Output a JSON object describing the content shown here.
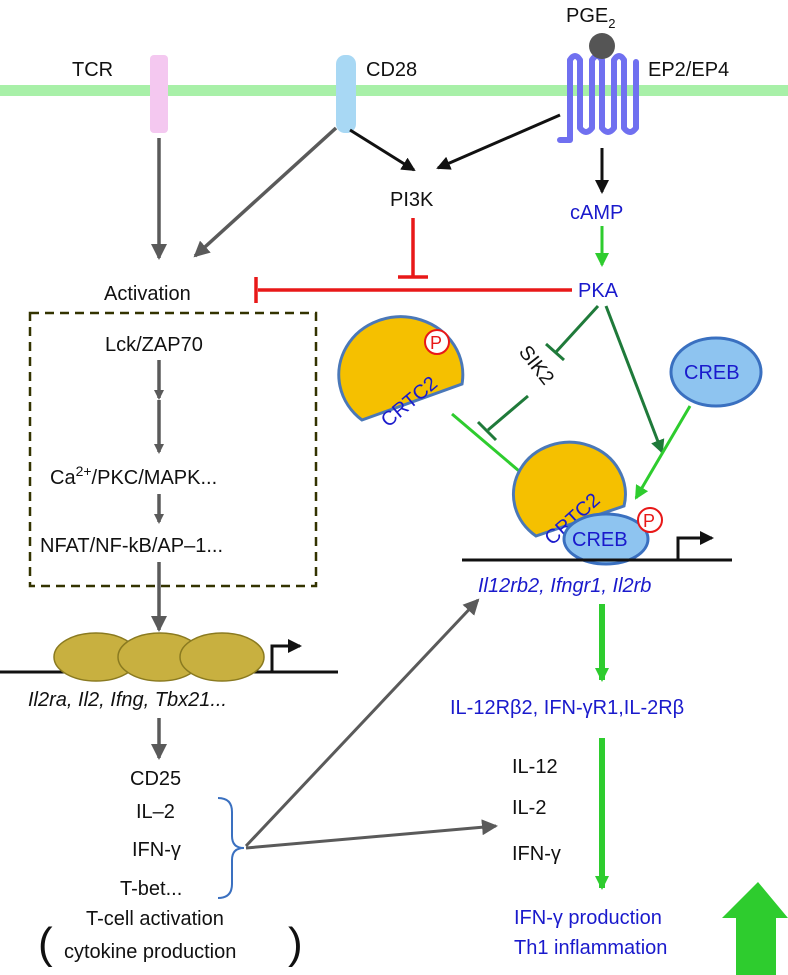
{
  "membrane": {
    "tcr": "TCR",
    "cd28": "CD28",
    "pge2": "PGE",
    "pge2_sub": "2",
    "ep2_ep4": "EP2/EP4"
  },
  "signals": {
    "pi3k": "PI3K",
    "camp": "cAMP",
    "pka": "PKA",
    "sik2": "SIK2",
    "activation": "Activation"
  },
  "cascade": {
    "lck": "Lck/ZAP70",
    "ca": "Ca",
    "ca_sup": "2+",
    "ca_rest": "/PKC/MAPK...",
    "nfat": "NFAT/NF-kB/AP–1..."
  },
  "nuclear_left": {
    "genes": "Il2ra, Il2, Ifng, Tbx21..."
  },
  "outputs_left": {
    "cd25": "CD25",
    "il2": "IL–2",
    "ifng": "IFN-γ",
    "tbet": "T-bet...",
    "caption_line1": "T-cell activation",
    "caption_line2": "cytokine production",
    "paren_open": "(",
    "paren_close": ")"
  },
  "nuclear_right": {
    "crtc2": "CRTC2",
    "creb": "CREB",
    "p": "P",
    "genes": "Il12rb2, Ifngr1, Il2rb"
  },
  "outputs_right": {
    "receptors": "IL-12Rβ2, IFN-γR1,IL-2Rβ",
    "il12": "IL-12",
    "il2": "IL-2",
    "ifng": "IFN-γ",
    "result_line1": "IFN-γ production",
    "result_line2": "Th1 inflammation"
  },
  "colors": {
    "membrane": "#a8f0a8",
    "tcr": "#f4c8f0",
    "cd28": "#a8d8f4",
    "receptor": "#7070f0",
    "grey_arrow": "#5a5a5a",
    "green_arrow": "#2ecc2e",
    "dark_green": "#1f7a3a",
    "inhibit_red": "#e81818",
    "crtc2_fill": "#f5c000",
    "creb_fill": "#8ec4f0",
    "nucleosome": "#c8b040",
    "label_blue": "#1a1acc"
  }
}
